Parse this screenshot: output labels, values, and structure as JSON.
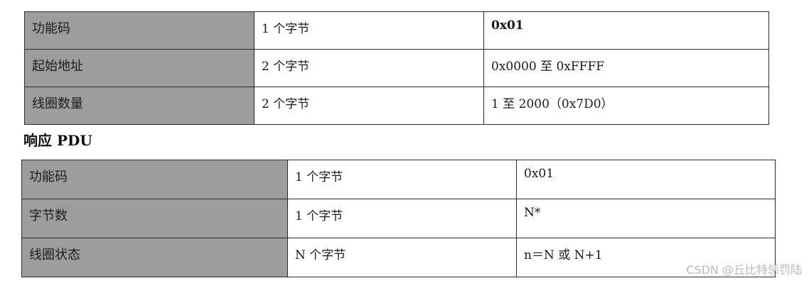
{
  "top_fragment": "· ·",
  "request_table": {
    "rows": [
      {
        "field": "功能码",
        "length": "1 个字节",
        "value": "0x01"
      },
      {
        "field": "起始地址",
        "length": "2 个字节",
        "value": "0x0000 至 0xFFFF"
      },
      {
        "field": "线圈数量",
        "length": "2 个字节",
        "value": "1 至 2000（0x7D0）"
      }
    ]
  },
  "response_heading": "响应 PDU",
  "response_table": {
    "rows": [
      {
        "field": "功能码",
        "length": "1 个字节",
        "value": "0x01"
      },
      {
        "field": "字节数",
        "length": "1 个字节",
        "value": "N*"
      },
      {
        "field": "线圈状态",
        "length": "N 个字节",
        "value": "n＝N 或 N+1"
      }
    ]
  },
  "watermark": "CSDN @丘比特惩罚陆"
}
